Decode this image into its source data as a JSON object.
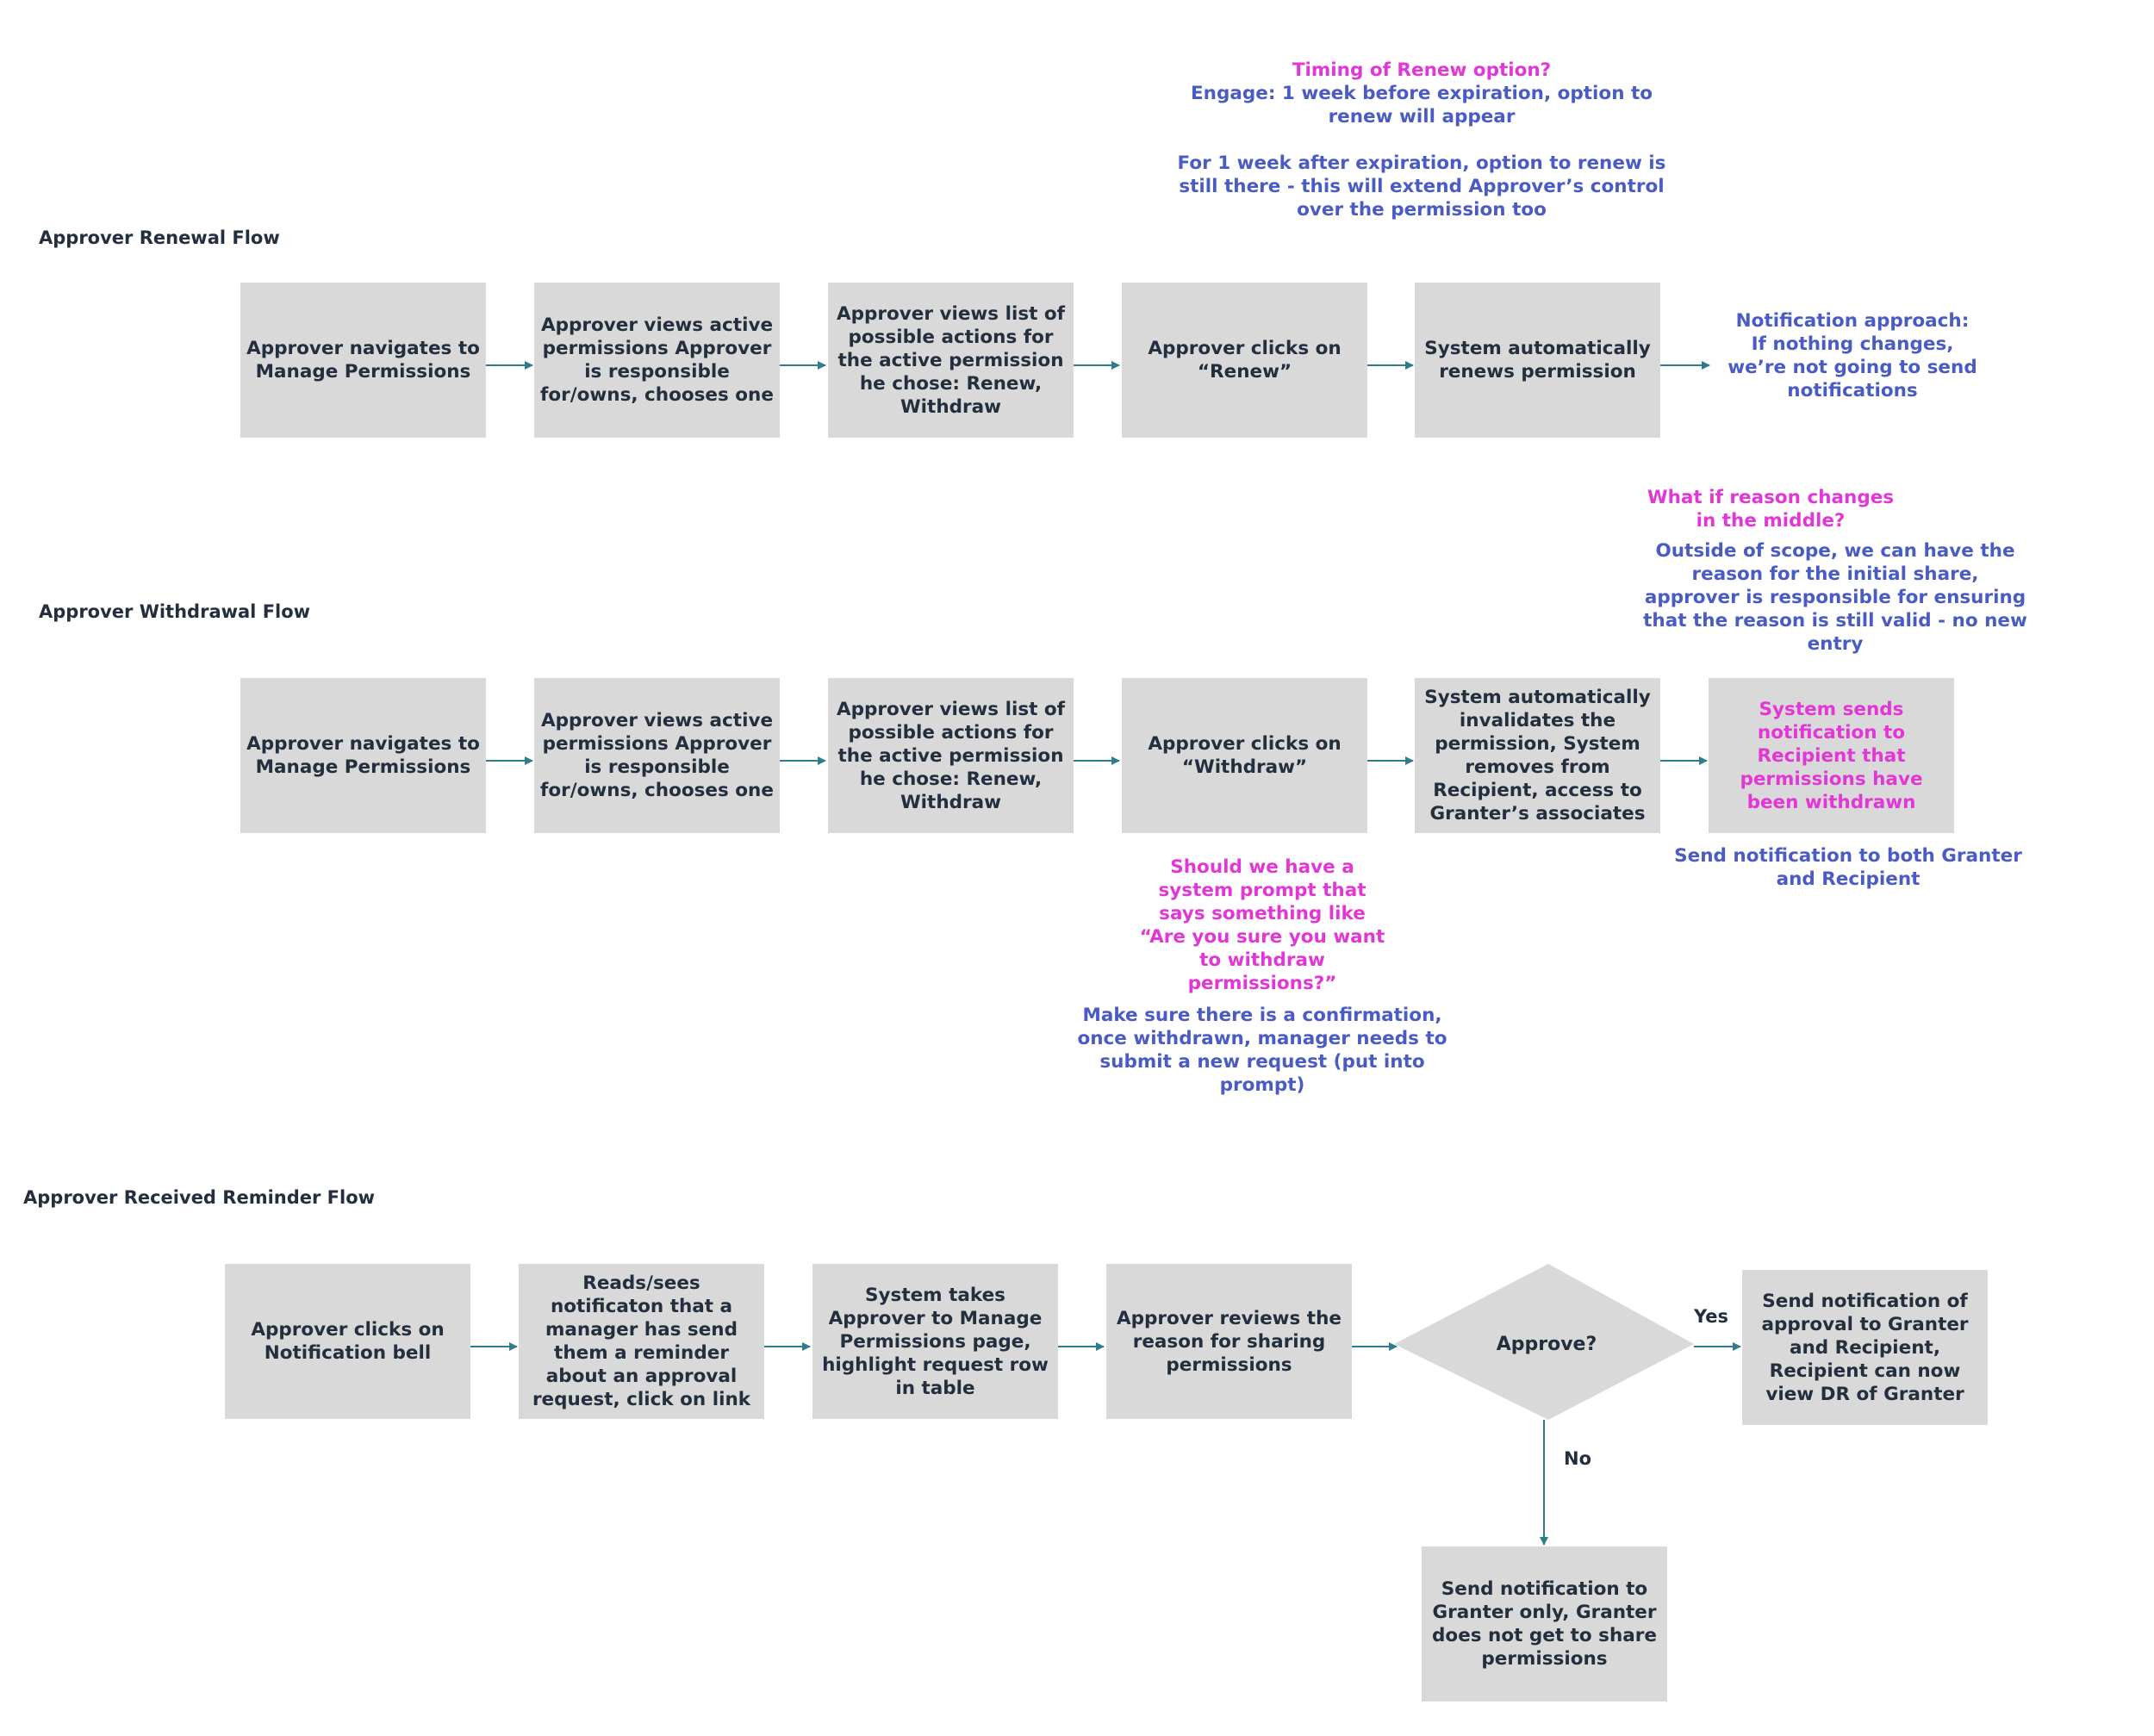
{
  "colors": {
    "box_fill": "#d9d9d9",
    "text_dark": "#232f3e",
    "arrow": "#2e7d8c",
    "comment_pink": "#e236d6",
    "comment_blue": "#4a5bc4"
  },
  "renewal": {
    "title": "Approver Renewal Flow",
    "steps": [
      "Approver navigates to Manage Permissions",
      "Approver views active permissions Approver is responsible for/owns, chooses one",
      "Approver views list of possible actions for the active permission he chose: Renew, Withdraw",
      "Approver clicks on “Renew”",
      "System automatically renews permission"
    ],
    "timing_question": "Timing of Renew option?",
    "timing_answer_1": "Engage: 1 week before expiration, option to renew will appear",
    "timing_answer_2": "For 1 week after expiration, option to renew is still there - this will extend Approver’s control over the permission too",
    "notification_note": "Notification approach: If nothing changes, we’re not going to send notifications"
  },
  "withdrawal": {
    "title": "Approver Withdrawal Flow",
    "steps": [
      "Approver navigates to Manage Permissions",
      "Approver views active permissions Approver is responsible for/owns, chooses one",
      "Approver views list of possible actions for the active permission he chose: Renew, Withdraw",
      "Approver clicks on “Withdraw”",
      "System automatically invalidates the permission, System removes from Recipient, access to Granter’s associates",
      "System sends notification to Recipient that permissions have been withdrawn"
    ],
    "reason_question": "What if reason changes in the middle?",
    "reason_answer": "Outside of scope, we can have the reason for the initial share, approver is responsible for ensuring that the reason is still valid - no new entry",
    "prompt_question": "Should we have a system prompt that says something like “Are you sure you want to withdraw permissions?”",
    "prompt_answer": "Make sure there is a confirmation, once withdrawn, manager needs to submit a new request (put into prompt)",
    "notify_both_note": "Send notification to both Granter and Recipient"
  },
  "reminder": {
    "title": "Approver Received Reminder Flow",
    "steps": [
      "Approver clicks on Notification bell",
      "Reads/sees notificaton that a manager has send them a reminder about an approval request, click on link",
      "System takes Approver to Manage Permissions page, highlight request row in table",
      "Approver reviews the reason for sharing permissions"
    ],
    "decision": "Approve?",
    "yes_label": "Yes",
    "no_label": "No",
    "yes_outcome": "Send notification of approval to Granter and Recipient, Recipient can now view DR of Granter",
    "no_outcome": "Send notification to Granter only, Granter does not get to share permissions"
  }
}
